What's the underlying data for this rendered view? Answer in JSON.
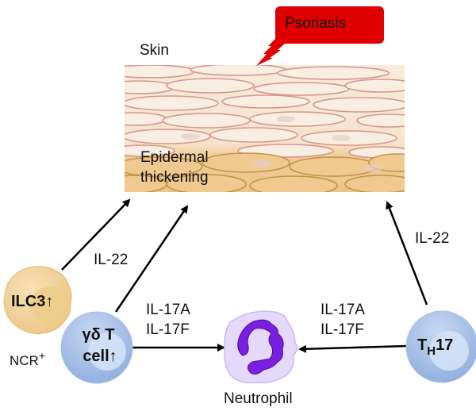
{
  "title": "IL-17 and IL-22 driven pathways in psoriasis",
  "callout": {
    "label": "Psoriasis",
    "color": "#e00000"
  },
  "skin": {
    "label": "Skin",
    "annotation_line1": "Epidermal",
    "annotation_line2": "thickening",
    "upper_layer_color": "#f7e6d2",
    "upper_cell_border": "#d99a8e",
    "lower_layer_color": "#efc98f",
    "lower_cell_border": "#c79a4f"
  },
  "cells": {
    "ilc3": {
      "label": "ILC3↑",
      "qualifier": "NCR",
      "qualifier_sup": "+",
      "color": "#f0cf92",
      "nucleus_color": "#f3d9a6"
    },
    "gdt": {
      "label_line1": "γδ T",
      "label_line2": "cell↑",
      "color": "#a7c0e7",
      "nucleus_color": "#d7e4f6"
    },
    "th17": {
      "label_main": "T",
      "label_sub": "H",
      "label_tail": "17",
      "color": "#a7c0e7",
      "nucleus_color": "#d7e4f6"
    },
    "neutrophil": {
      "label": "Neutrophil",
      "color": "#e4d8fb",
      "nucleus_color": "#7a1fe0"
    }
  },
  "edges": [
    {
      "from": "ILC3",
      "to": "Skin",
      "label": "IL-22"
    },
    {
      "from": "γδ T cell",
      "to": "Skin",
      "label": "IL-22"
    },
    {
      "from": "TH17",
      "to": "Skin",
      "label": "IL-22"
    },
    {
      "from": "γδ T cell",
      "to": "Neutrophil",
      "label_line1": "IL-17A",
      "label_line2": "IL-17F"
    },
    {
      "from": "TH17",
      "to": "Neutrophil",
      "label_line1": "IL-17A",
      "label_line2": "IL-17F"
    }
  ]
}
